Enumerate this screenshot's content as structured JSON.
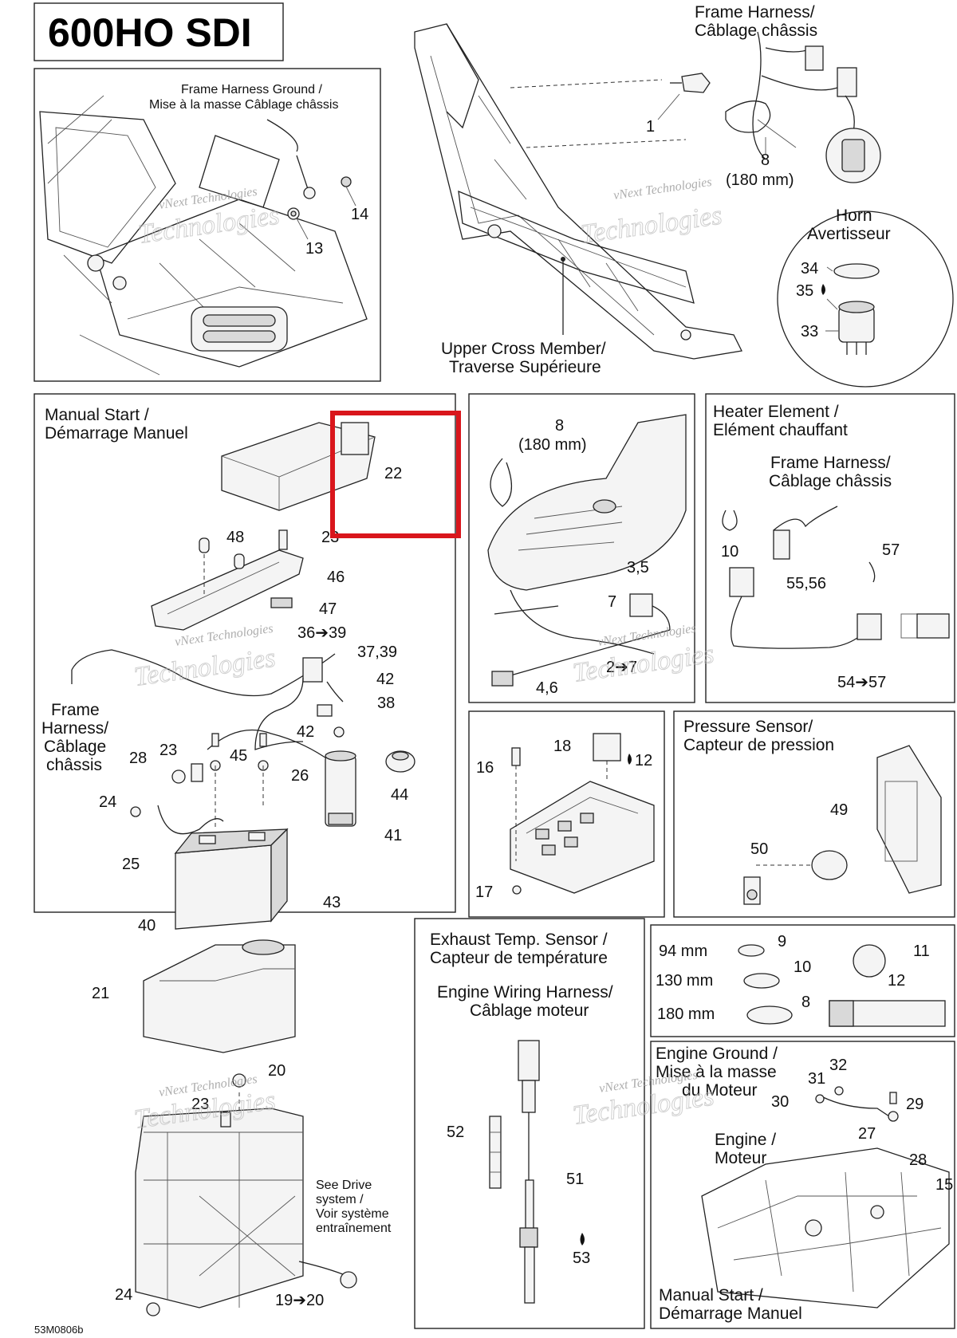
{
  "title": "600HO SDI",
  "footer_code": "53M0806b",
  "watermark": {
    "line1": "vNext Technologies",
    "line2": "Technologies"
  },
  "labels": {
    "frame_harness_ground": [
      "Frame Harness Ground /",
      "Mise à la masse Câblage châssis"
    ],
    "frame_harness_top": [
      "Frame Harness/",
      "Câblage châssis"
    ],
    "horn": [
      "Horn",
      "Avertisseur"
    ],
    "upper_cross_member": [
      "Upper Cross Member/",
      "Traverse Supérieure"
    ],
    "manual_start": [
      "Manual Start /",
      "Démarrage Manuel"
    ],
    "frame_harness_left": [
      "Frame",
      "Harness/",
      "Câblage",
      "châssis"
    ],
    "heater_element": [
      "Heater Element /",
      "Elément chauffant"
    ],
    "frame_harness_heater": [
      "Frame Harness/",
      "Câblage châssis"
    ],
    "pressure_sensor": [
      "Pressure Sensor/",
      "Capteur de pression"
    ],
    "exhaust_temp_sensor": [
      "Exhaust Temp. Sensor /",
      "Capteur de température"
    ],
    "engine_wiring_harness": [
      "Engine Wiring Harness/",
      "Câblage moteur"
    ],
    "engine_ground": [
      "Engine Ground /",
      "Mise à la masse",
      "du Moteur"
    ],
    "engine": [
      "Engine /",
      "Moteur"
    ],
    "see_drive_system": [
      "See Drive",
      "system /",
      "Voir système",
      "entraînement"
    ],
    "manual_start_bottom": [
      "Manual Start /",
      "Démarrage Manuel"
    ]
  },
  "callouts": {
    "n1": "1",
    "n8a": "8",
    "n8a_mm": "(180 mm)",
    "n14": "14",
    "n13": "13",
    "n34": "34",
    "n35": "35",
    "n33": "33",
    "n22": "22",
    "n48": "48",
    "n23a": "23",
    "n46": "46",
    "n47": "47",
    "n36_39": "36➔39",
    "n37_39": "37,39",
    "n42a": "42",
    "n38": "38",
    "n42b": "42",
    "n28": "28",
    "n23b": "23",
    "n45": "45",
    "n26": "26",
    "n44": "44",
    "n24a": "24",
    "n41": "41",
    "n25": "25",
    "n43": "43",
    "n40": "40",
    "n21": "21",
    "n20": "20",
    "n23c": "23",
    "n24b": "24",
    "n19_20": "19➔20",
    "n8b": "8",
    "n8b_mm": "(180 mm)",
    "n3_5": "3,5",
    "n7": "7",
    "n2_7": "2➔7",
    "n4_6": "4,6",
    "n10a": "10",
    "n57": "57",
    "n55_56": "55,56",
    "n54_57": "54➔57",
    "n18": "18",
    "n12a": "12",
    "n16": "16",
    "n17": "17",
    "n49": "49",
    "n50": "50",
    "n52": "52",
    "n51": "51",
    "n53": "53",
    "n9": "9",
    "n10b": "10",
    "n8c": "8",
    "n11": "11",
    "n12b": "12",
    "mm94": "94 mm",
    "mm130": "130 mm",
    "mm180": "180 mm",
    "n32": "32",
    "n31": "31",
    "n30": "30",
    "n29": "29",
    "n27": "27",
    "n28b": "28",
    "n15": "15"
  },
  "highlight": {
    "target": "22",
    "color": "#d9161c"
  }
}
